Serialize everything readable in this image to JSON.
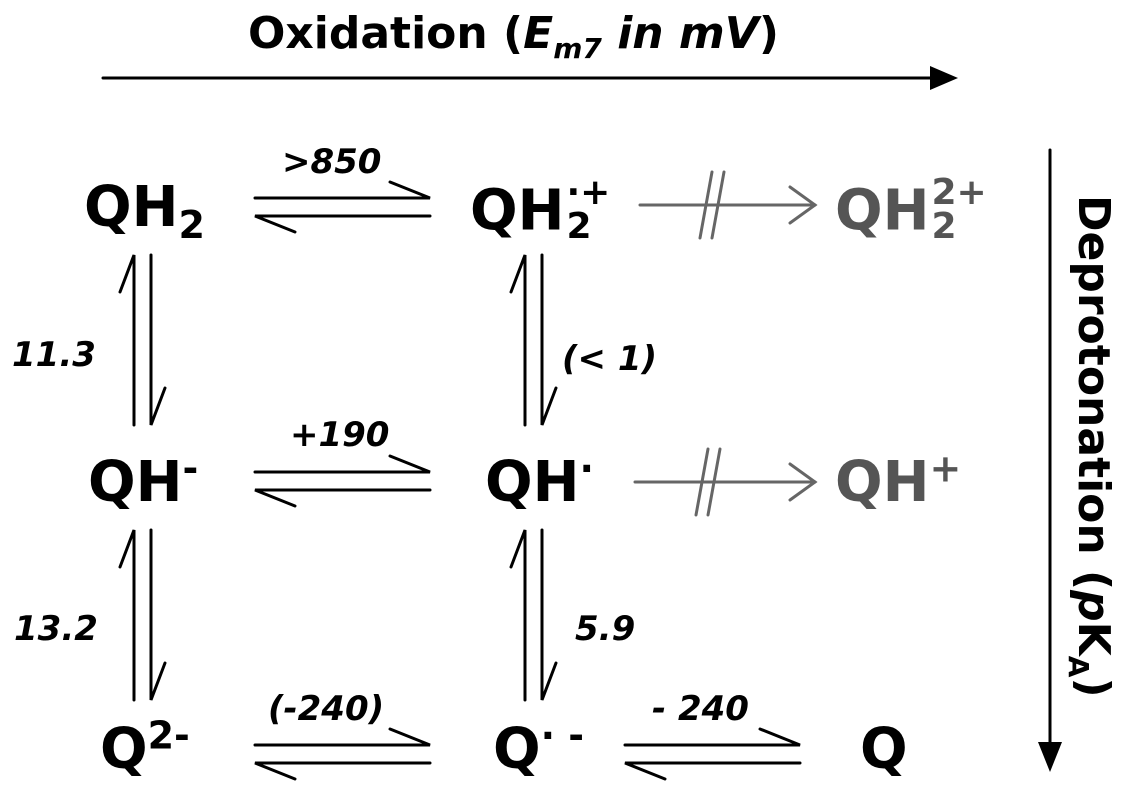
{
  "title": {
    "prefix": "Oxidation (",
    "e_symbol": "E",
    "e_subscript": "m7",
    "suffix_italic": " in mV",
    "close": ")"
  },
  "side_title": {
    "prefix": "Deprotonation (",
    "p": "p",
    "K": "K",
    "subscript": "A",
    "close": ")"
  },
  "species": {
    "qh2": {
      "base": "QH",
      "sub": "2"
    },
    "qh2_radical_cation": {
      "base": "QH",
      "sub": "2",
      "sup": "·+"
    },
    "qh2_dication": {
      "base": "QH",
      "sub": "2",
      "sup": "2+"
    },
    "qh_anion": {
      "base": "QH",
      "sup": "-"
    },
    "qh_radical": {
      "base": "QH",
      "sup": "·"
    },
    "qh_cation": {
      "base": "QH",
      "sup": "+"
    },
    "q_dianion": {
      "base": "Q",
      "sup": "2-"
    },
    "q_radical_anion": {
      "base": "Q",
      "sup": "· -"
    },
    "q": {
      "base": "Q"
    }
  },
  "potentials": {
    "qh2_to_qh2_radical_cation": ">850",
    "qh_anion_to_qh_radical": "+190",
    "q_dianion_to_q_radical_anion": "(-240)",
    "q_radical_anion_to_q": "- 240"
  },
  "pka": {
    "qh2_to_qh_anion": "11.3",
    "qh_anion_to_q_dianion": "13.2",
    "qh2_radical_cation_to_qh_radical": "(< 1)",
    "qh_radical_to_q_radical_anion": "5.9"
  },
  "colors": {
    "ink": "#000000",
    "gray_species": "#555555",
    "gray_arrow": "#666666",
    "background": "#ffffff"
  }
}
